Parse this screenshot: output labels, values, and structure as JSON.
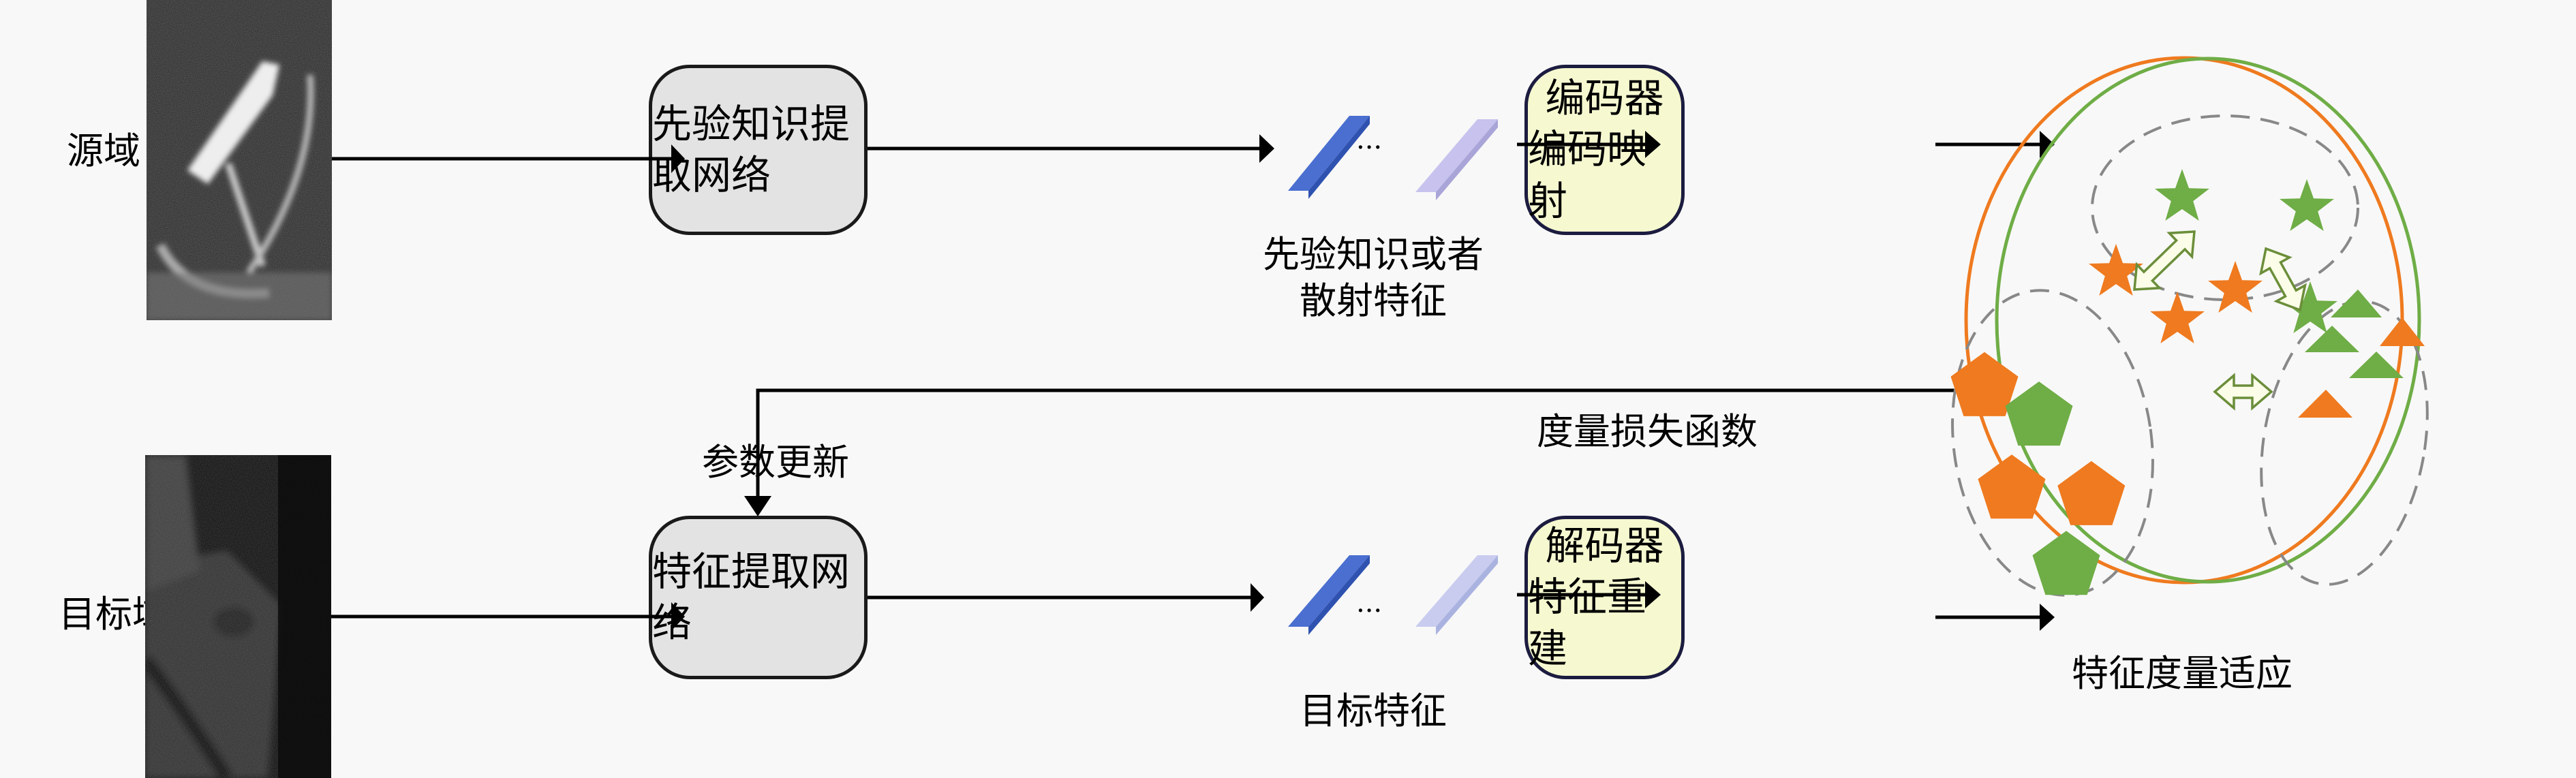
{
  "diagram": {
    "source_domain_label": "源域",
    "target_domain_label": "目标域",
    "prior_network": {
      "label": "先验知识提取网络"
    },
    "feature_network": {
      "label": "特征提取网络"
    },
    "prior_features_label": {
      "line1": "先验知识或者",
      "line2": "散射特征"
    },
    "target_features_label": "目标特征",
    "ellipsis": "...",
    "encoder": {
      "line1": "编码器",
      "line2": "编码映射"
    },
    "decoder": {
      "line1": "解码器",
      "line2": "特征重建"
    },
    "param_update_label": "参数更新",
    "metric_loss_label": "度量损失函数",
    "adaptation_label": "特征度量适应"
  },
  "colors": {
    "orange": "#ef7a1f",
    "green": "#6fad46",
    "feature_blue": "#4a6fd0",
    "feature_lavender": "#c7c3ee",
    "box_gray": "#e3e3e3",
    "box_yellow": "#f6f9d0"
  },
  "clusters": {
    "stars": {
      "orange": 3,
      "green": 3
    },
    "pentagons": {
      "orange": 3,
      "green": 2
    },
    "triangles": {
      "orange": 2,
      "green": 3
    }
  }
}
